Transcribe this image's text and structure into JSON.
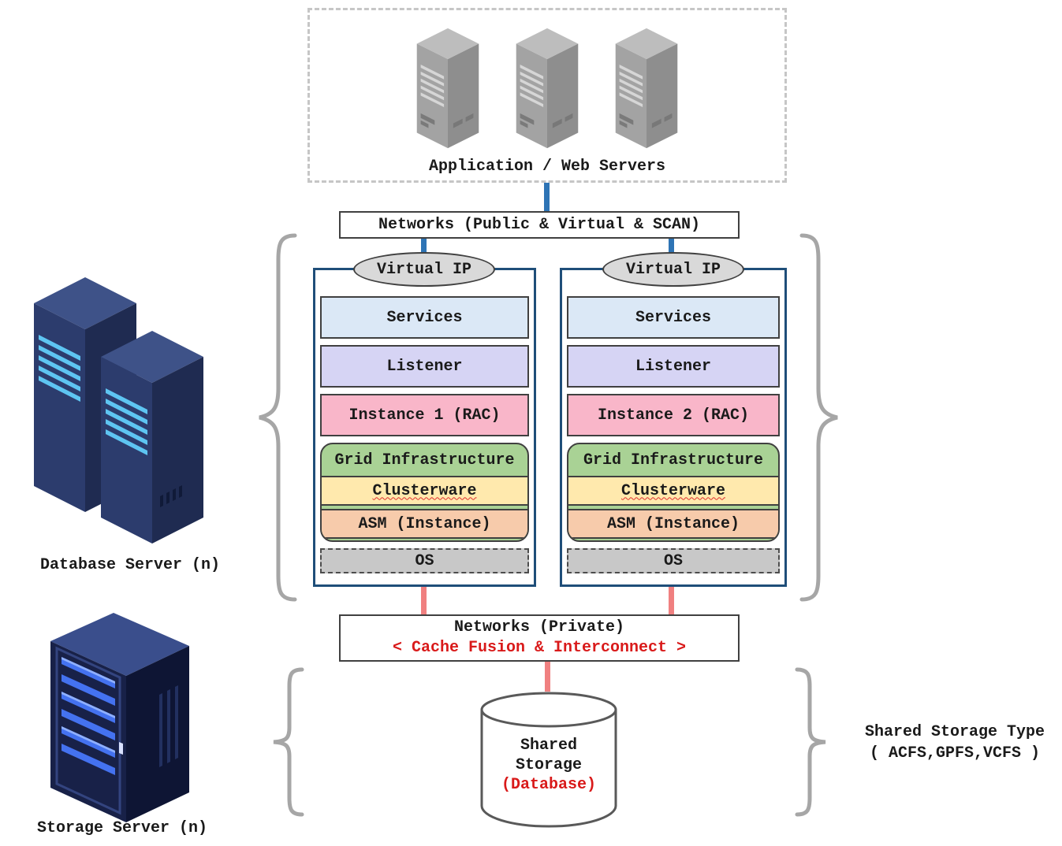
{
  "diagram": {
    "app_servers_label": "Application / Web Servers",
    "networks_public_label": "Networks (Public & Virtual & SCAN)",
    "networks_private_label": "Networks (Private)",
    "networks_private_sublabel": "< Cache Fusion & Interconnect >",
    "nodes": [
      {
        "virtual_ip": "Virtual IP",
        "services": "Services",
        "listener": "Listener",
        "instance": "Instance 1 (RAC)",
        "grid_infrastructure": "Grid Infrastructure",
        "clusterware": "Clusterware",
        "asm": "ASM (Instance)",
        "os": "OS"
      },
      {
        "virtual_ip": "Virtual IP",
        "services": "Services",
        "listener": "Listener",
        "instance": "Instance 2 (RAC)",
        "grid_infrastructure": "Grid Infrastructure",
        "clusterware": "Clusterware",
        "asm": "ASM (Instance)",
        "os": "OS"
      }
    ],
    "database_server_label": "Database Server (n)",
    "storage_server_label": "Storage Server (n)",
    "shared_storage": {
      "line1": "Shared",
      "line2": "Storage",
      "line3": "(Database)"
    },
    "shared_storage_type": {
      "line1": "Shared Storage Type",
      "line2": "( ACFS,GPFS,VCFS )"
    }
  },
  "colors": {
    "services_fill": "#dbe8f6",
    "listener_fill": "#d6d4f4",
    "instance_fill": "#f9b6c9",
    "grid_fill": "#a9d295",
    "clusterware_fill": "#ffe9ad",
    "asm_fill": "#f7cbab",
    "os_fill": "#c8c8c8",
    "node_border": "#1f4e79",
    "public_link_blue": "#2e74b5",
    "private_link_red": "#f08080",
    "accent_red": "#d91a1a",
    "brace_gray": "#a6a6a6"
  }
}
